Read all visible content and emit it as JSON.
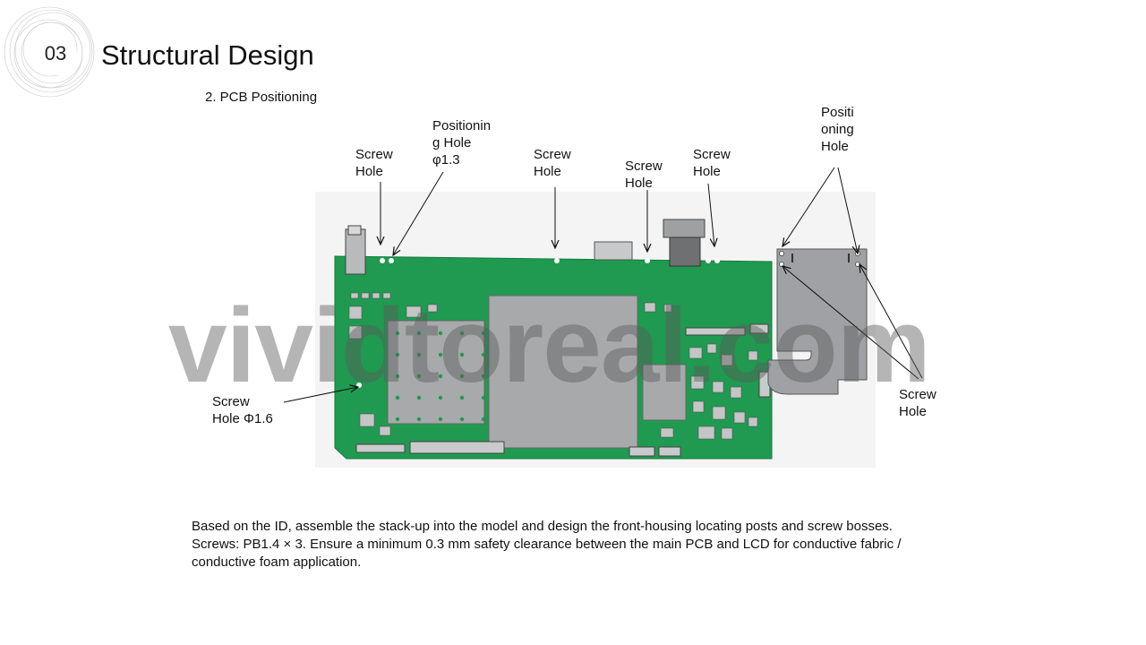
{
  "slide": {
    "number": "03",
    "title": "Structural Design",
    "subtitle": "2. PCB Positioning"
  },
  "callouts": {
    "screw_hole_1": [
      "Screw",
      "Hole"
    ],
    "positioning_hole_1": [
      "Positionin",
      "g Hole",
      "φ1.3"
    ],
    "screw_hole_2": [
      "Screw",
      "Hole"
    ],
    "screw_hole_3": [
      "Screw",
      "Hole"
    ],
    "screw_hole_4": [
      "Screw",
      "Hole"
    ],
    "positioning_hole_2": [
      "Positi",
      "oning",
      "Hole"
    ],
    "screw_hole_left": [
      "Screw",
      "Hole Φ1.6"
    ],
    "screw_hole_right": [
      "Screw",
      "Hole"
    ]
  },
  "watermark": "vividtoreal.com",
  "description": "Based on the ID, assemble the stack-up into the model and design the front-housing locating posts and screw bosses. Screws: PB1.4 × 3. Ensure a minimum 0.3 mm safety clearance between the main PCB and LCD for conductive fabric / conductive foam application.",
  "colors": {
    "pcb_green": "#1f9a50",
    "component_gray": "#a7a9ab",
    "background": "#ffffff"
  }
}
